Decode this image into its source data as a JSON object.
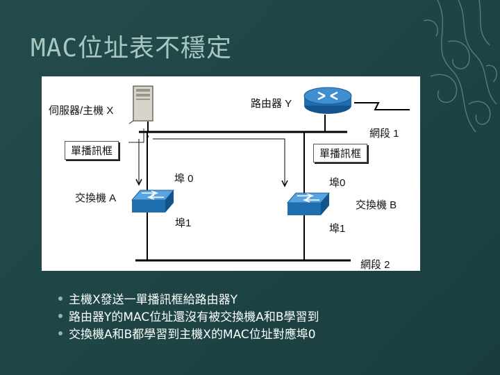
{
  "slide": {
    "title": "MAC位址表不穩定"
  },
  "diagram": {
    "server_label": "伺服器/主機 X",
    "router_label": "路由器 Y",
    "segment1_label": "網段 1",
    "segment2_label": "網段 2",
    "unicast_left": "單播訊框",
    "unicast_right": "單播訊框",
    "switch_a": {
      "name": "交換機 A",
      "port0": "埠 0",
      "port1": "埠1"
    },
    "switch_b": {
      "name": "交換機 B",
      "port0": "埠0",
      "port1": "埠1"
    }
  },
  "bullets": [
    "主機X發送一單播訊框給路由器Y",
    "路由器Y的MAC位址還沒有被交換機A和B學習到",
    "交換機A和B都學習到主機X的MAC位址對應埠0"
  ],
  "colors": {
    "background": "#1f4546",
    "title": "#a9c6c0",
    "device": "#1f6fb0"
  }
}
